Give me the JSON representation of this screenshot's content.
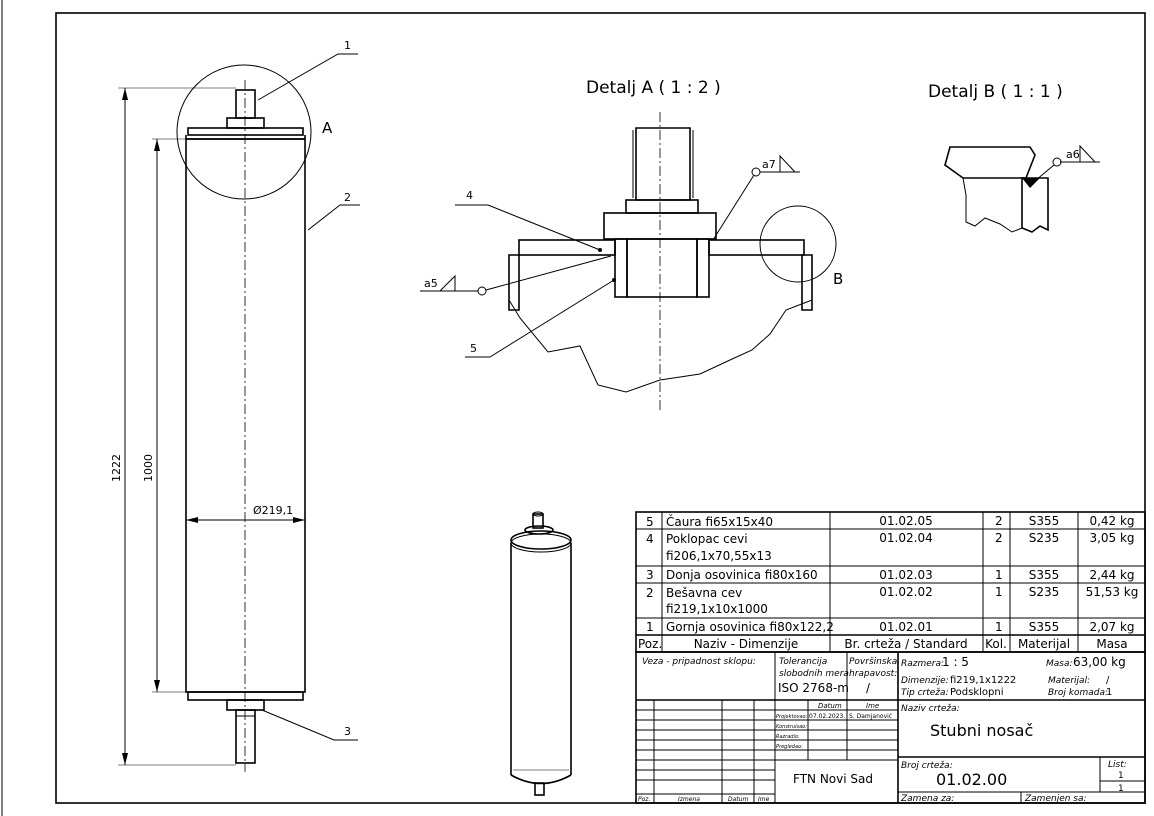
{
  "labels": {
    "detail_a_title": "Detalj A ( 1 : 2 )",
    "detail_b_title": "Detalj B ( 1 : 1 )",
    "detail_a_letter": "A",
    "detail_b_letter": "B",
    "balloon_1": "1",
    "balloon_2": "2",
    "balloon_3": "3",
    "balloon_4": "4",
    "balloon_5": "5",
    "weld_a5": "a5",
    "weld_a6": "a6",
    "weld_a7": "a7"
  },
  "dimensions": {
    "overall_length": "1222",
    "tube_length": "1000",
    "diameter": "Ø219,1"
  },
  "bom": {
    "rows": [
      {
        "poz": "5",
        "name1": "Čaura fi65x15x40",
        "name2": "",
        "drawing": "01.02.05",
        "qty": "2",
        "material": "S355",
        "mass": "0,42 kg"
      },
      {
        "poz": "4",
        "name1": "Poklopac cevi",
        "name2": "fi206,1x70,55x13",
        "drawing": "01.02.04",
        "qty": "2",
        "material": "S235",
        "mass": "3,05 kg"
      },
      {
        "poz": "3",
        "name1": "Donja osovinica fi80x160",
        "name2": "",
        "drawing": "01.02.03",
        "qty": "1",
        "material": "S355",
        "mass": "2,44 kg"
      },
      {
        "poz": "2",
        "name1": "Bešavna cev",
        "name2": "fi219,1x10x1000",
        "drawing": "01.02.02",
        "qty": "1",
        "material": "S235",
        "mass": "51,53 kg"
      },
      {
        "poz": "1",
        "name1": "Gornja osovinica fi80x122,2",
        "name2": "",
        "drawing": "01.02.01",
        "qty": "1",
        "material": "S355",
        "mass": "2,07 kg"
      }
    ],
    "header": {
      "poz": "Poz.",
      "name": "Naziv - Dimenzije",
      "drawing": "Br. crteža / Standard",
      "qty": "Kol.",
      "material": "Materijal",
      "mass": "Masa"
    }
  },
  "title_block": {
    "veza_label": "Veza - pripadnost sklopu:",
    "tol_line1": "Tolerancija",
    "tol_line2": "slobodnih mera:",
    "tol_value": "ISO 2768-m",
    "surf_line1": "Površinska",
    "surf_line2": "hrapavost:",
    "surf_value": "/",
    "scale_label": "Razmera:",
    "scale_value": "1 : 5",
    "mass_label": "Masa:",
    "mass_value": "63,00 kg",
    "dim_label": "Dimenzije:",
    "dim_value": "fi219,1x1222",
    "mat_label": "Materijal:",
    "mat_value": "/",
    "type_label": "Tip crteža:",
    "type_value": "Podsklopni",
    "count_label": "Broj komada:",
    "count_value": "1",
    "datum_label": "Datum",
    "ime_label": "Ime",
    "projektovao_label": "Projektovao:",
    "projektovao_date": "07.02.2023.",
    "projektovao_name": "S. Damjanović",
    "konstruisao_label": "Konstruisao:",
    "razradio_label": "Razradio:",
    "pregledao_label": "Pregledao:",
    "naziv_label": "Naziv crteža:",
    "naziv_value": "Stubni nosač",
    "org": "FTN Novi Sad",
    "broj_label": "Broj crteža:",
    "broj_value": "01.02.00",
    "list_label": "List:",
    "list_value": "1",
    "list_total": "1",
    "zamena_label": "Zamena za:",
    "zamenjen_label": "Zamenjen sa:",
    "poz_small": "Poz.",
    "izmena_small": "Izmena",
    "datum_small": "Datum",
    "ime_small": "Ime"
  }
}
